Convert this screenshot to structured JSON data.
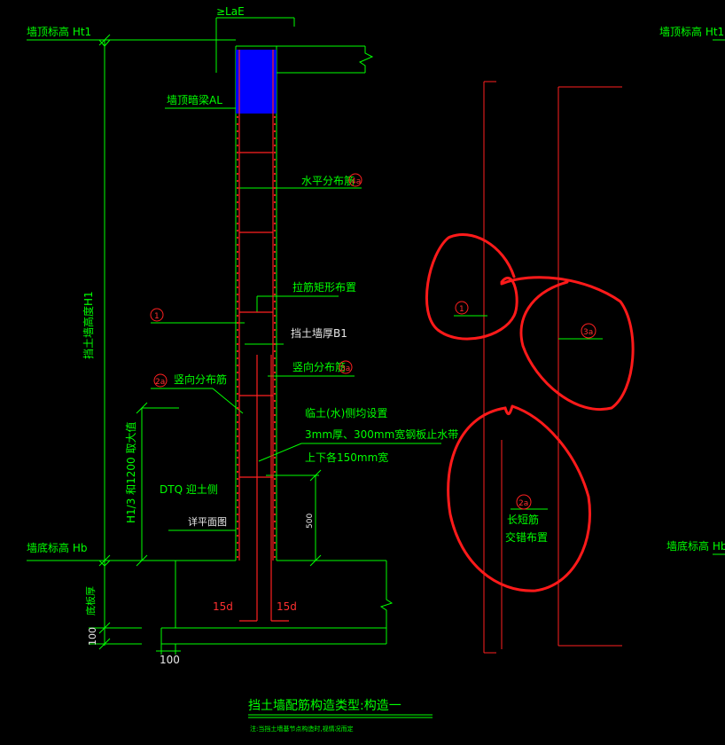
{
  "colors": {
    "background": "#000000",
    "line_green": "#00ff00",
    "line_red": "#ff2020",
    "beam_fill": "#0000ff",
    "markup_red": "#ff1a1a",
    "line_white": "#ffffff"
  },
  "drawing": {
    "anchor_length_label": "≥LaE",
    "top_elev_label_left": "墙顶标高 Ht1",
    "top_elev_label_right": "墙顶标高 Ht1",
    "beam_label": "墙顶暗梁AL",
    "horizontal_bar_label": "水平分布筋",
    "horizontal_bar_tag": "4a",
    "tie_bar_label": "拉筋矩形布置",
    "thickness_label": "挡土墙厚B1",
    "vertical_bar_inner_label": "竖向分布筋",
    "vertical_bar_inner_tag": "3a",
    "vertical_bar_outer_label": "竖向分布筋",
    "vertical_bar_outer_tag": "2a",
    "tag_1": "1",
    "waterstop_line1": "临土(水)侧均设置",
    "waterstop_line2": "3mm厚、300mm宽钢板止水带",
    "waterstop_line3": "上下各150mm宽",
    "wall_height_label": "挡土墙高度H1",
    "lap_length_label": "H1/3  和1200  取大值",
    "soil_side_label": "DTQ  迎土侧",
    "section_ref_label": "详平面图",
    "dim_500": "500",
    "bottom_elev_label_left": "墙底标高 Hb",
    "bottom_elev_label_right": "墙底标高 Hb",
    "base_thickness_label": "底板厚",
    "hook_left": "15d",
    "hook_right": "15d",
    "dim_100_vertical": "100",
    "dim_100_horizontal": "100",
    "title": "挡土墙配筋构造类型:构造一",
    "note": "注:当挡土墙基节点构造时,视情况而定",
    "right_tag_1": "1",
    "right_tag_3a": "3a",
    "right_tag_2a": "2a",
    "right_stagger_line1": "长短筋",
    "right_stagger_line2": "交错布置"
  }
}
